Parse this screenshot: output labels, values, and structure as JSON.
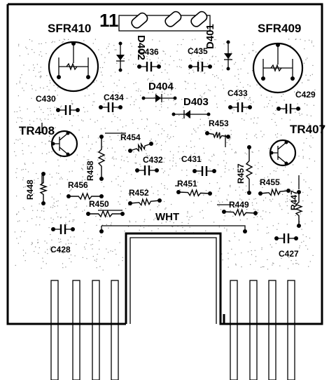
{
  "diagram": {
    "connector_number": "11",
    "wire_label": "WHT",
    "pots": [
      "SFR410",
      "SFR409"
    ],
    "transistors": [
      "TR408",
      "TR407"
    ],
    "diodes": [
      "D402",
      "D401",
      "D404",
      "D403"
    ],
    "capacitors": [
      "C436",
      "C435",
      "C430",
      "C434",
      "C433",
      "C429",
      "C432",
      "C431",
      "C428",
      "C427"
    ],
    "resistors": [
      "R454",
      "R453",
      "R458",
      "R457",
      "R448",
      "R456",
      "R452",
      "R451",
      "R455",
      "R447",
      "R450",
      "R449"
    ]
  },
  "colors": {
    "ink": "#000000",
    "paper": "#ffffff",
    "speckle": "#8a8a8a"
  }
}
